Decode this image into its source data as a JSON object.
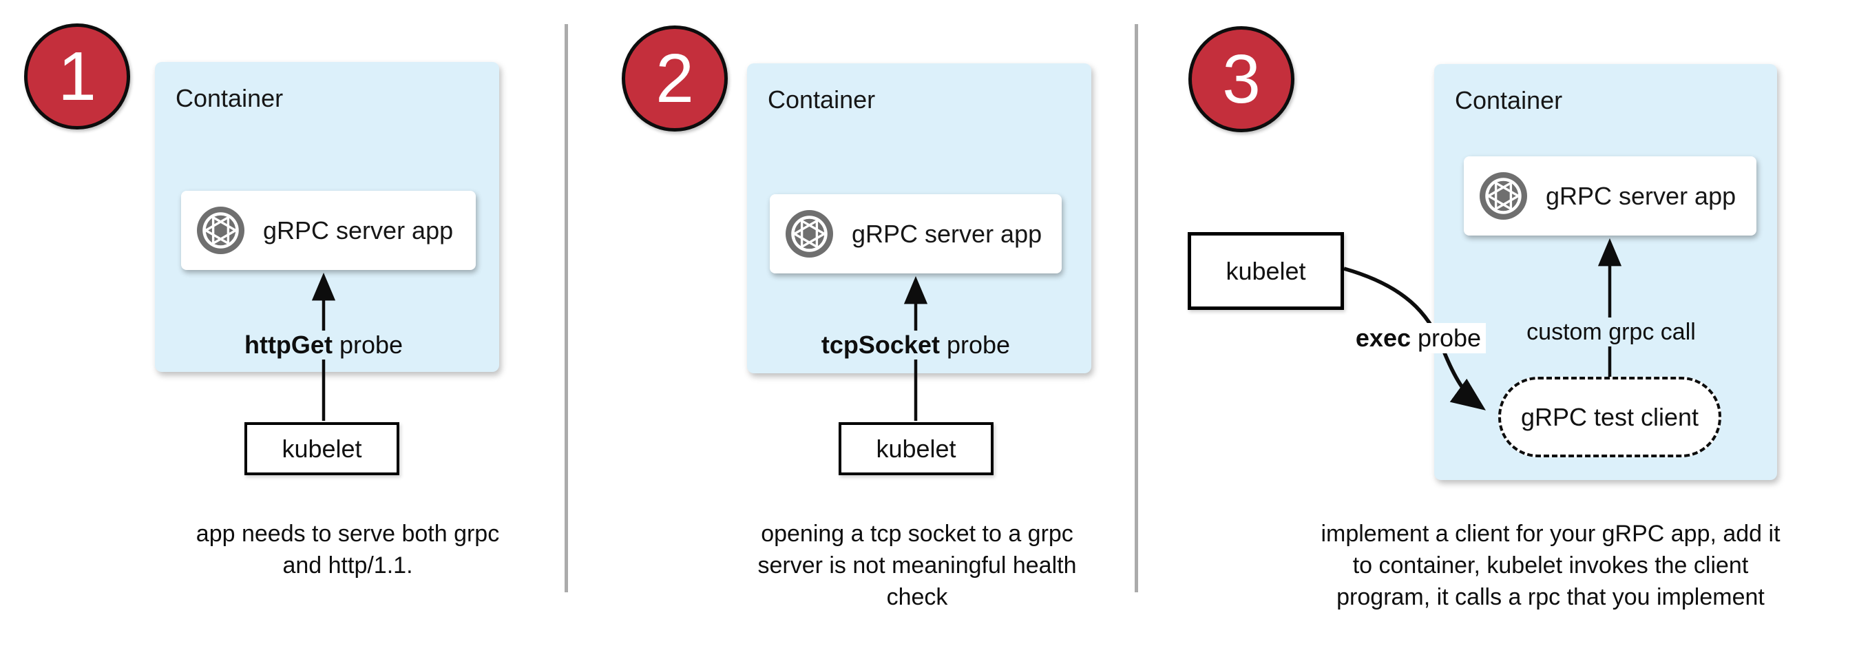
{
  "colors": {
    "container_fill": "#DCF0FA",
    "badge_red": "#C42F3C",
    "divider_grey": "#ABABAB",
    "icon_grey": "#6F6F6F",
    "ink": "#111111"
  },
  "panels": [
    {
      "number": "1",
      "container_label": "Container",
      "app_box": {
        "icon": "aperture-icon",
        "label": "gRPC server app"
      },
      "probe_label": {
        "bold": "httpGet",
        "rest": "probe"
      },
      "kubelet_label": "kubelet",
      "caption_lines": [
        "app needs to serve both grpc",
        "and http/1.1."
      ]
    },
    {
      "number": "2",
      "container_label": "Container",
      "app_box": {
        "icon": "aperture-icon",
        "label": "gRPC server app"
      },
      "probe_label": {
        "bold": "tcpSocket",
        "rest": "probe"
      },
      "kubelet_label": "kubelet",
      "caption_lines": [
        "opening a tcp socket to a grpc",
        "server is not meaningful health",
        "check"
      ]
    },
    {
      "number": "3",
      "container_label": "Container",
      "app_box": {
        "icon": "aperture-icon",
        "label": "gRPC server app"
      },
      "probe_label": {
        "bold": "exec",
        "rest": "probe"
      },
      "custom_call_label": "custom grpc call",
      "test_client_label": "gRPC test client",
      "kubelet_label": "kubelet",
      "caption_lines": [
        "implement a client for your gRPC app, add it",
        "to container, kubelet invokes the client",
        "program, it calls a rpc that you implement"
      ]
    }
  ]
}
